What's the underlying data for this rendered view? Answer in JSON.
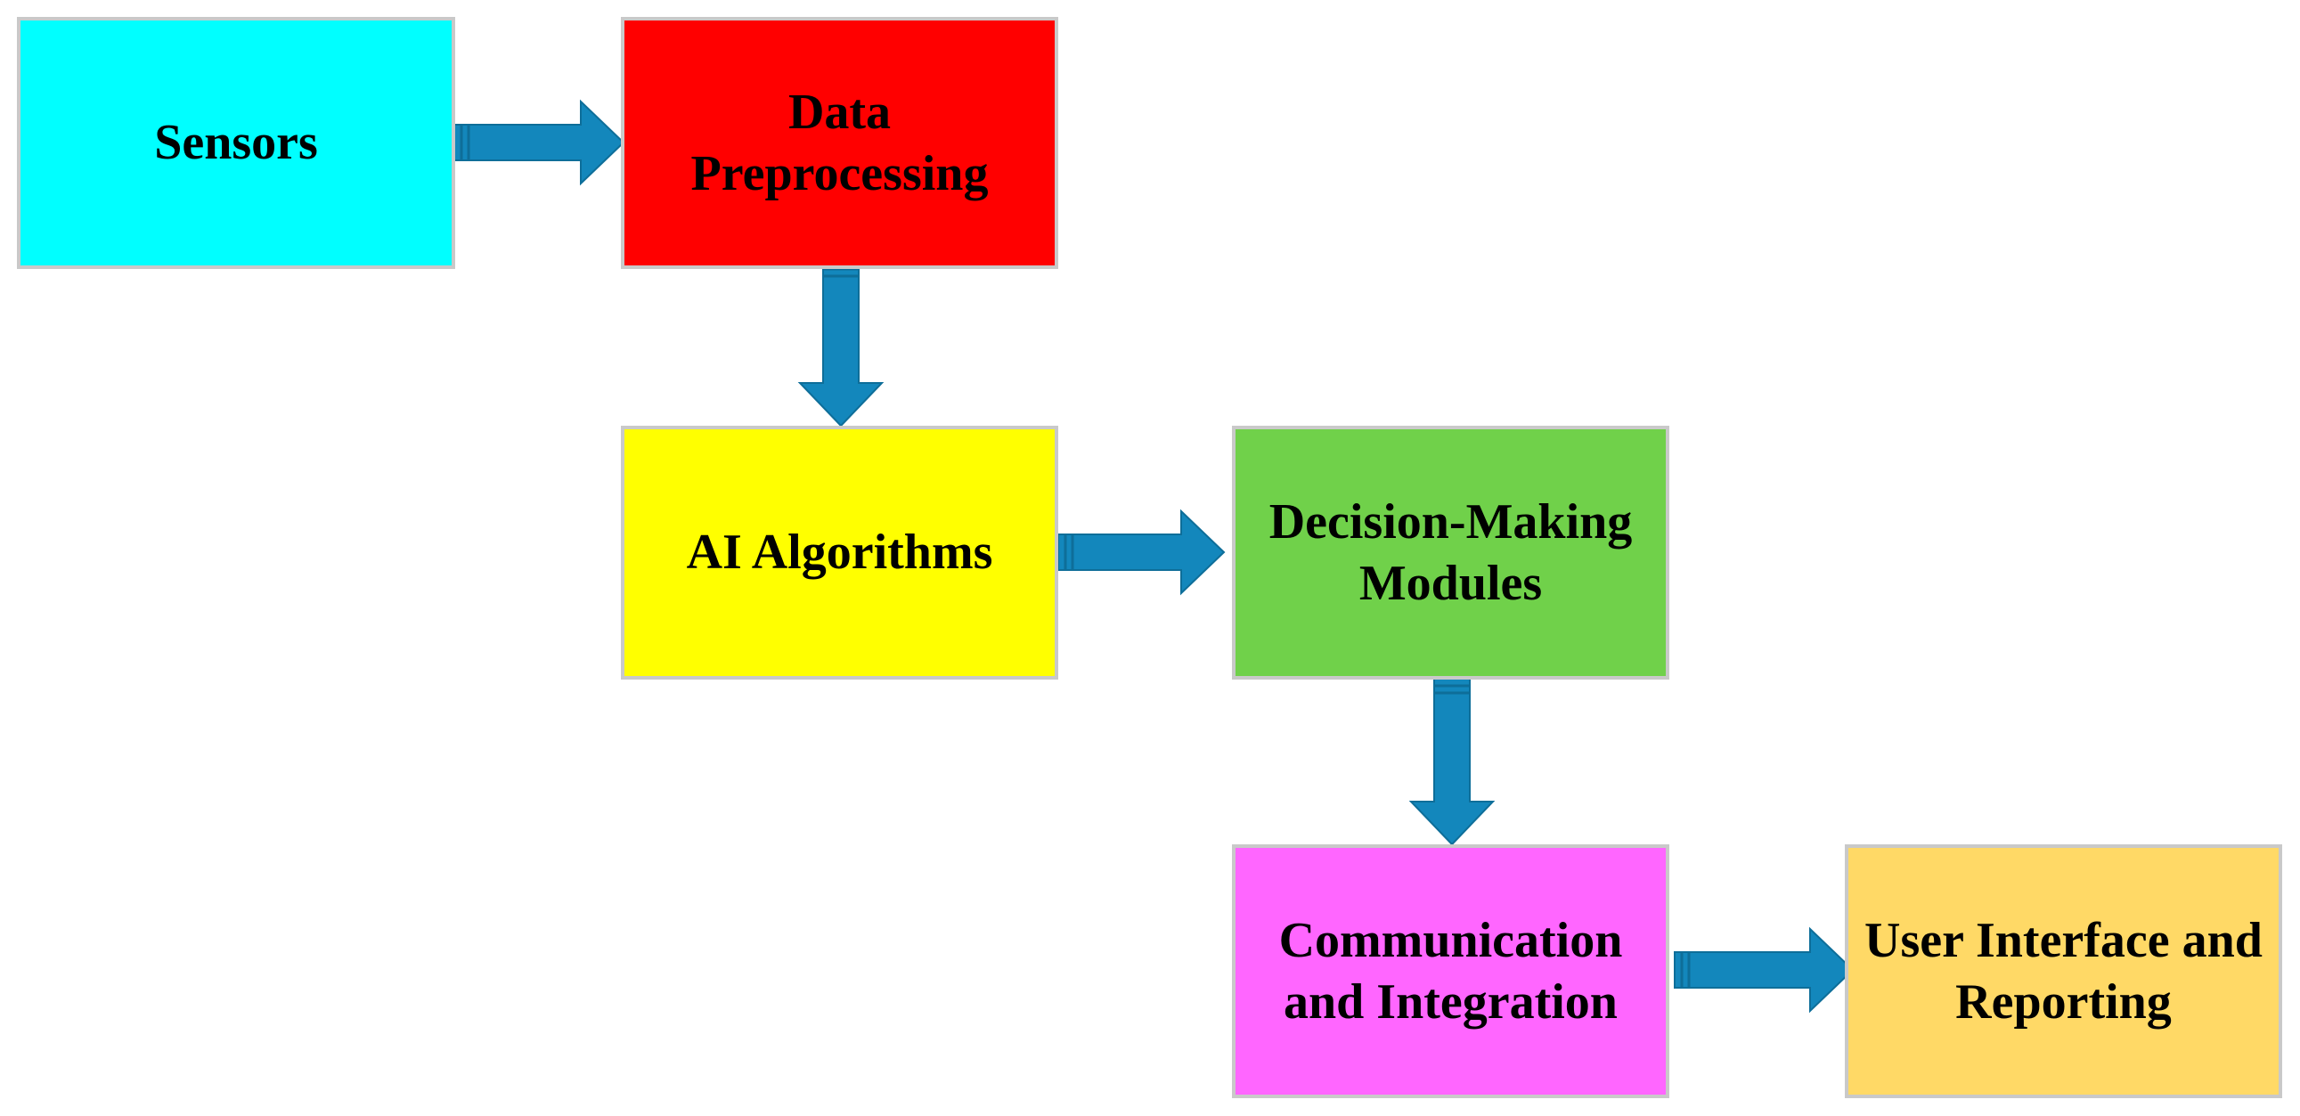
{
  "diagram": {
    "colors": {
      "arrow_fill": "#1387bc",
      "arrow_stroke": "#0e6e99",
      "box_border": "#c9c9c9"
    },
    "nodes": {
      "sensors": {
        "label": "Sensors",
        "color": "#00ffff"
      },
      "data_preprocessing": {
        "label": "Data\nPreprocessing",
        "color": "#ff0000"
      },
      "ai_algorithms": {
        "label": "AI Algorithms",
        "color": "#ffff00"
      },
      "decision_making": {
        "label": "Decision-Making\nModules",
        "color": "#70d14a"
      },
      "communication": {
        "label": "Communication\nand Integration",
        "color": "#ff66ff"
      },
      "user_interface": {
        "label": "User Interface and\nReporting",
        "color": "#ffd966"
      }
    },
    "edges": [
      {
        "from": "sensors",
        "to": "data_preprocessing"
      },
      {
        "from": "data_preprocessing",
        "to": "ai_algorithms"
      },
      {
        "from": "ai_algorithms",
        "to": "decision_making"
      },
      {
        "from": "decision_making",
        "to": "communication"
      },
      {
        "from": "communication",
        "to": "user_interface"
      }
    ]
  }
}
